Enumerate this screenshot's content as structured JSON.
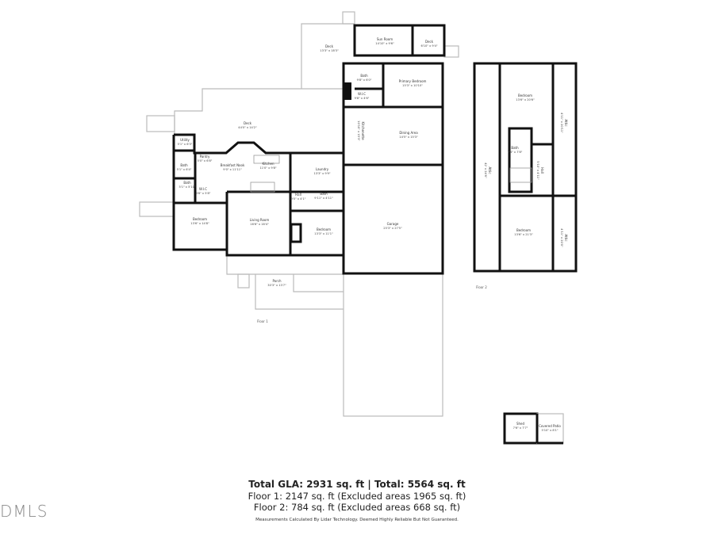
{
  "floor1": {
    "label": "Floor 1",
    "rooms": [
      {
        "name": "Deck",
        "dims": "13'3\" x 18'3\""
      },
      {
        "name": "Sun Room",
        "dims": "14'10\" x 9'6\""
      },
      {
        "name": "Deck",
        "dims": "6'10\" x 9'4\""
      },
      {
        "name": "Bath",
        "dims": "9'8\" x 6'0\""
      },
      {
        "name": "Primary Bedroom",
        "dims": "15'3\" x 10'10\""
      },
      {
        "name": "W.I.C",
        "dims": "9'8\" x 4'6\""
      },
      {
        "name": "Kitchenette",
        "dims": "10'10\" x 15'3\""
      },
      {
        "name": "Dining Area",
        "dims": "14'5\" x 15'3\""
      },
      {
        "name": "Deck",
        "dims": "44'0\" x 14'2\""
      },
      {
        "name": "Utility",
        "dims": "5'1\" x 6'3\""
      },
      {
        "name": "Pantry",
        "dims": "5'0\" x 6'8\""
      },
      {
        "name": "Bath",
        "dims": "5'1\" x 6'4\""
      },
      {
        "name": "Bath",
        "dims": "5'1\" x 5'10\""
      },
      {
        "name": "W.I.C",
        "dims": "4'6\" x 5'8\""
      },
      {
        "name": "Breakfast Nook",
        "dims": "9'0\" x 11'11\""
      },
      {
        "name": "Kitchen",
        "dims": "11'0\" x 9'8\""
      },
      {
        "name": "Laundry",
        "dims": "13'3\" x 9'9\""
      },
      {
        "name": "Hall",
        "dims": "9'0\" x 4'1\""
      },
      {
        "name": "Bath",
        "dims": "9'11\" x 4'11\""
      },
      {
        "name": "Bedroom",
        "dims": "13'6\" x 14'8\""
      },
      {
        "name": "Living Room",
        "dims": "16'6\" x 16'4\""
      },
      {
        "name": "Bedroom",
        "dims": "13'3\" x 11'1\""
      },
      {
        "name": "Garage",
        "dims": "25'3\" x 27'5\""
      },
      {
        "name": "Porch",
        "dims": "30'3\" x 13'7\""
      }
    ]
  },
  "floor2": {
    "label": "Floor 2",
    "rooms": [
      {
        "name": "Bedroom",
        "dims": "13'6\" x 20'6\""
      },
      {
        "name": "Attic",
        "dims": "4'11\" x 20'11\""
      },
      {
        "name": "Bath",
        "dims": "7'4\" x 7'8\""
      },
      {
        "name": "Hall",
        "dims": "5'10\" x 4'11\""
      },
      {
        "name": "Attic",
        "dims": "42' x 24'6\""
      },
      {
        "name": "Bedroom",
        "dims": "13'6\" x 21'3\""
      },
      {
        "name": "Attic",
        "dims": "4'11\" x 20'0\""
      }
    ]
  },
  "outbuilding": {
    "rooms": [
      {
        "name": "Shed",
        "dims": "7'6\" x 7'7\""
      },
      {
        "name": "Covered Patio",
        "dims": "5'10\" x 8'1\""
      }
    ]
  },
  "summary": {
    "total": "Total GLA: 2931 sq. ft | Total: 5564 sq. ft",
    "floor1": "Floor 1: 2147 sq. ft (Excluded areas 1965 sq. ft)",
    "floor2": "Floor 2: 784 sq. ft (Excluded areas 668 sq. ft)",
    "disclaimer": "Measurements Calculated By Lidar Technology. Deemed Highly Reliable But Not Guaranteed."
  },
  "watermark": "DMLS"
}
